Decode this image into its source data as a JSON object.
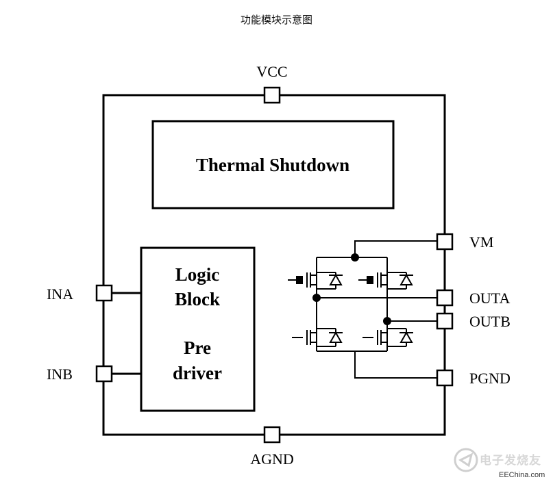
{
  "title": "功能模块示意图",
  "blocks": {
    "thermal": "Thermal Shutdown",
    "logic_line1": "Logic",
    "logic_line2": "Block",
    "pre_line1": "Pre",
    "pre_line2": "driver"
  },
  "pins": {
    "vcc": "VCC",
    "ina": "INA",
    "inb": "INB",
    "agnd": "AGND",
    "vm": "VM",
    "outa": "OUTA",
    "outb": "OUTB",
    "pgnd": "PGND"
  },
  "watermark": {
    "logo_text": "电子发烧友",
    "site": "EEChina.com"
  }
}
